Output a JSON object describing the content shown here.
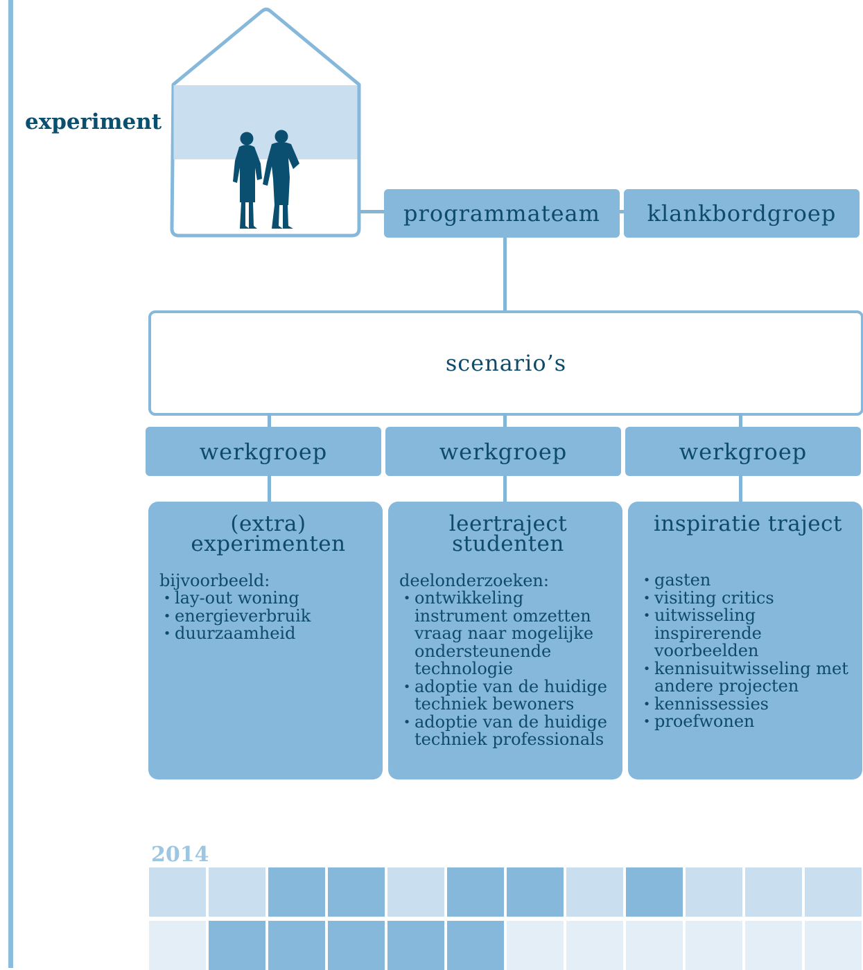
{
  "header": {
    "title": "experiment"
  },
  "top_boxes": {
    "program": "programmateam",
    "sounding": "klankbordgroep"
  },
  "scenario": {
    "label": "scenario’s"
  },
  "workgroups": [
    "werkgroep",
    "werkgroep",
    "werkgroep"
  ],
  "panels": [
    {
      "title_lines": [
        "(extra)",
        "experimenten"
      ],
      "intro": "bijvoorbeeld:",
      "items": [
        "lay-out woning",
        "energieverbruik",
        "duurzaamheid"
      ]
    },
    {
      "title_lines": [
        "leertraject",
        "studenten"
      ],
      "intro": "deelonderzoeken:",
      "items": [
        "ontwikkeling instrument omzetten vraag naar mogelijke ondersteunende technologie",
        "adoptie van de huidige techniek bewoners",
        "adoptie van de huidige techniek professionals"
      ]
    },
    {
      "title_lines": [
        "inspiratie traject"
      ],
      "intro": "",
      "items": [
        "gasten",
        "visiting critics",
        "uitwisseling inspirerende voorbeelden",
        "kennisuitwisseling met andere projecten",
        "kennissessies",
        "proefwonen"
      ]
    }
  ],
  "timeline": {
    "year": "2014",
    "rows": [
      [
        "light",
        "light",
        "mid",
        "mid",
        "light",
        "mid",
        "mid",
        "light",
        "mid",
        "light",
        "light",
        "light"
      ],
      [
        "pale",
        "mid",
        "mid",
        "mid",
        "mid",
        "mid",
        "pale",
        "pale",
        "pale",
        "pale",
        "pale",
        "pale"
      ]
    ]
  },
  "colors": {
    "dark": "#0b4f70",
    "mid": "#85b8da",
    "light": "#c9dfef",
    "pale": "#e3eef7"
  }
}
